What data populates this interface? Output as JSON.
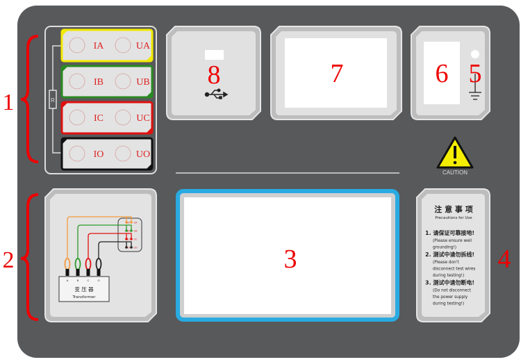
{
  "callouts": [
    "1",
    "2",
    "3",
    "4",
    "5",
    "6",
    "7",
    "8"
  ],
  "terminals": [
    {
      "current": "IA",
      "voltage": "UA",
      "color": "#f2ea00"
    },
    {
      "current": "IB",
      "voltage": "UB",
      "color": "#2a8a22"
    },
    {
      "current": "IC",
      "voltage": "UC",
      "color": "#e01010"
    },
    {
      "current": "IO",
      "voltage": "UO",
      "color": "#111111"
    }
  ],
  "resistor_label": "R",
  "caution_label": "CAUTION",
  "wiring": {
    "clips": [
      "A",
      "B",
      "C",
      "O"
    ],
    "clip_colors": [
      "#f39a3c",
      "#2a9a2a",
      "#e01010",
      "#222222"
    ],
    "terminals": [
      [
        "IA",
        "UA"
      ],
      [
        "IB",
        "UB"
      ],
      [
        "IC",
        "UC"
      ],
      [
        "IO",
        "UO"
      ]
    ],
    "transformer_cn": "变 压 器",
    "transformer_en": "Transformer"
  },
  "precautions": {
    "title_cn": "注 意 事 项",
    "title_en": "Precautions for Use",
    "items": [
      {
        "cn": "1. 请保证可靠接地!",
        "en": [
          "(Please ensure well",
          "grounding!)"
        ]
      },
      {
        "cn": "2. 测试中请勿拆线!",
        "en": [
          "(Please don't",
          "disconnect test wires",
          "during testing!)"
        ]
      },
      {
        "cn": "3. 测试中请勿断电!",
        "en": [
          "(Do not disconnect",
          "the power supply",
          "during testing!)"
        ]
      }
    ]
  },
  "colors": {
    "panel": "#58595b",
    "screen_border": "#29abe2",
    "callout": "#e00000"
  }
}
